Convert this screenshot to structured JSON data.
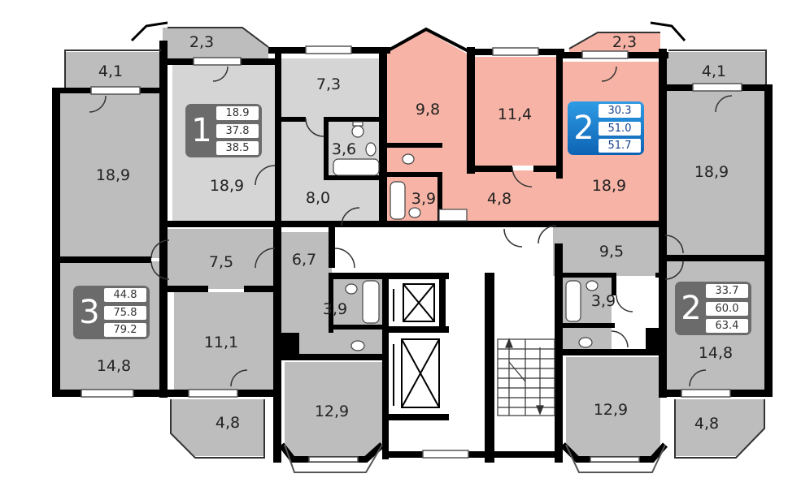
{
  "colors": {
    "wall": "#000000",
    "room_gray": "#bdbdbd",
    "room_light": "#d5d5d5",
    "room_highlight": "#f7b4a6",
    "balcony_highlight": "#f7b4a6",
    "corridor": "#ffffff",
    "badge_gray": "#6b6b6b",
    "badge_blue": "#1a7fd0"
  },
  "rooms": [
    {
      "id": "balc-nw-top",
      "area": "2,3"
    },
    {
      "id": "balc-nw",
      "area": "4,1"
    },
    {
      "id": "apt1-room",
      "area": "18,9"
    },
    {
      "id": "west-room",
      "area": "18,9"
    },
    {
      "id": "apt1-kitchen",
      "area": "7,3"
    },
    {
      "id": "apt1-bath",
      "area": "3,6"
    },
    {
      "id": "apt1-hall",
      "area": "8,0"
    },
    {
      "id": "apt2a-room-a",
      "area": "9,8"
    },
    {
      "id": "apt2a-room-b",
      "area": "11,4"
    },
    {
      "id": "apt2a-bath",
      "area": "3,9"
    },
    {
      "id": "apt2a-hall",
      "area": "4,8"
    },
    {
      "id": "apt2a-room-c",
      "area": "18,9"
    },
    {
      "id": "balc-ne-top",
      "area": "2,3"
    },
    {
      "id": "balc-ne",
      "area": "4,1"
    },
    {
      "id": "east-room",
      "area": "18,9"
    },
    {
      "id": "apt3-hall",
      "area": "7,5"
    },
    {
      "id": "apt3-hall-b",
      "area": "6,7"
    },
    {
      "id": "apt3-room-a",
      "area": "14,8"
    },
    {
      "id": "apt3-room-b",
      "area": "11,1"
    },
    {
      "id": "apt3-bath",
      "area": "3,9"
    },
    {
      "id": "balc-sw",
      "area": "4,8"
    },
    {
      "id": "apt3-kitchen",
      "area": "12,9"
    },
    {
      "id": "apt2b-hall",
      "area": "9,5"
    },
    {
      "id": "apt2b-bath",
      "area": "3,9"
    },
    {
      "id": "apt2b-room",
      "area": "14,8"
    },
    {
      "id": "apt2b-kitchen",
      "area": "12,9"
    },
    {
      "id": "balc-se",
      "area": "4,8"
    }
  ],
  "badges": [
    {
      "id": "apt-1",
      "rooms": "1",
      "values": [
        "18.9",
        "37.8",
        "38.5"
      ],
      "style": "gray"
    },
    {
      "id": "apt-2a",
      "rooms": "2",
      "values": [
        "30.3",
        "51.0",
        "51.7"
      ],
      "style": "blue"
    },
    {
      "id": "apt-3",
      "rooms": "3",
      "values": [
        "44.8",
        "75.8",
        "79.2"
      ],
      "style": "gray"
    },
    {
      "id": "apt-2b",
      "rooms": "2",
      "values": [
        "33.7",
        "60.0",
        "63.4"
      ],
      "style": "gray"
    }
  ]
}
